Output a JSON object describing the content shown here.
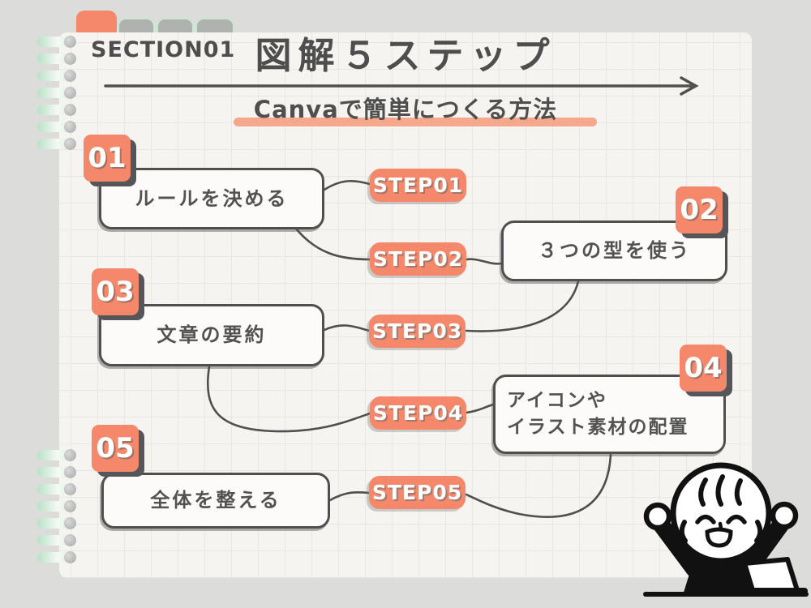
{
  "header": {
    "section_label": "SECTION01",
    "title": "図解５ステップ",
    "subtitle": "Canvaで簡単につくる方法"
  },
  "steps": [
    {
      "number": "01",
      "badge": "STEP01",
      "label_lines": [
        "ルールを決める"
      ]
    },
    {
      "number": "02",
      "badge": "STEP02",
      "label_lines": [
        "３つの型を使う"
      ]
    },
    {
      "number": "03",
      "badge": "STEP03",
      "label_lines": [
        "文章の要約"
      ]
    },
    {
      "number": "04",
      "badge": "STEP04",
      "label_lines": [
        "アイコンや",
        "イラスト素材の配置"
      ]
    },
    {
      "number": "05",
      "badge": "STEP05",
      "label_lines": [
        "全体を整える"
      ]
    }
  ],
  "connections": [
    {
      "from": "box-01",
      "to": "STEP01"
    },
    {
      "from": "box-01",
      "to": "STEP02"
    },
    {
      "from": "STEP02",
      "to": "box-02"
    },
    {
      "from": "box-02",
      "to": "STEP03"
    },
    {
      "from": "box-03",
      "to": "STEP03"
    },
    {
      "from": "box-03",
      "to": "STEP04"
    },
    {
      "from": "STEP04",
      "to": "box-04"
    },
    {
      "from": "box-04",
      "to": "STEP05"
    },
    {
      "from": "box-05",
      "to": "STEP05"
    }
  ],
  "colors": {
    "background": "#dcdcdb",
    "paper": "#f5f4f1",
    "grid_line": "#e9e7e3",
    "accent_orange": "#f5886a",
    "highlight_orange": "#f6a88d",
    "ink_gray": "#4f4f4f",
    "tab_gray": "#afb2ae",
    "ring_mint": "#b7e2c5",
    "badge_shadow": "#55565a"
  },
  "decor": {
    "character_icon": "cheering-person-with-laptop",
    "binder_ring_groups": 2,
    "rings_per_group": 7,
    "tab_count": 4
  }
}
